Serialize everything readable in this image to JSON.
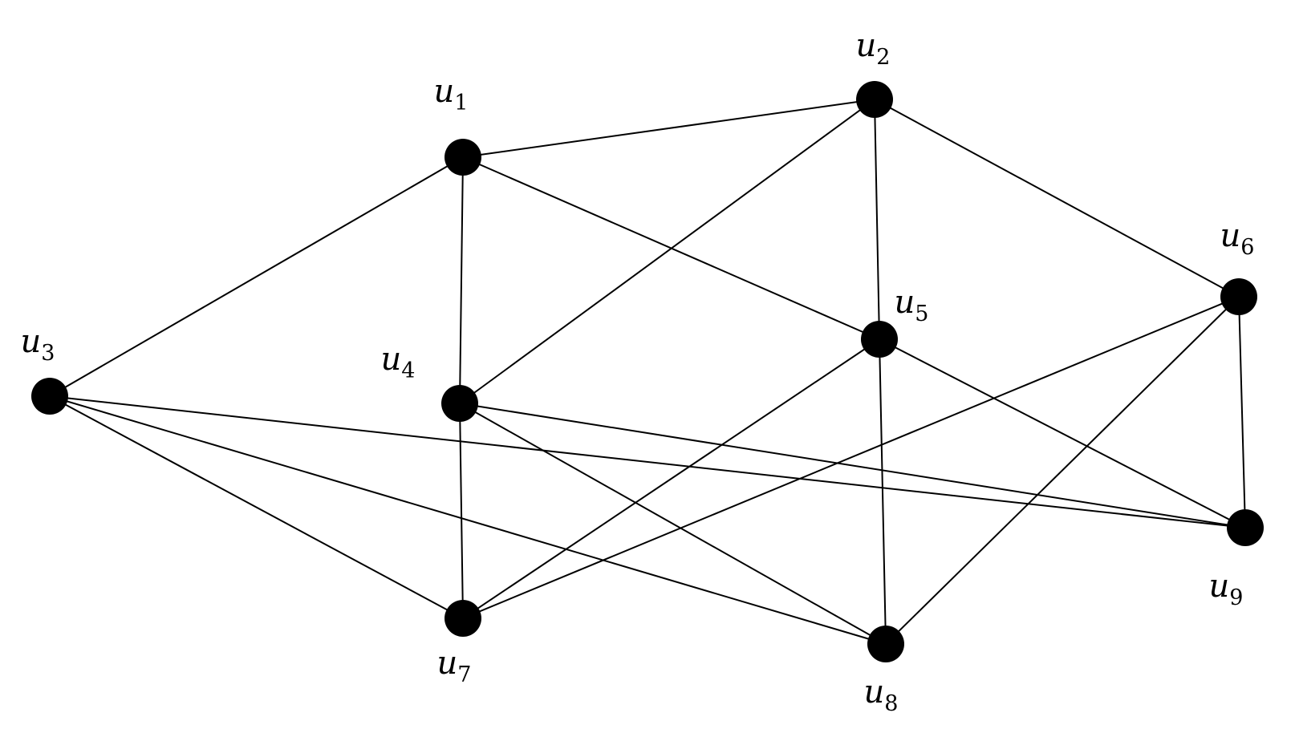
{
  "graph": {
    "nodes": [
      {
        "id": "u1",
        "label": "u",
        "sub": "1"
      },
      {
        "id": "u2",
        "label": "u",
        "sub": "2"
      },
      {
        "id": "u3",
        "label": "u",
        "sub": "3"
      },
      {
        "id": "u4",
        "label": "u",
        "sub": "4"
      },
      {
        "id": "u5",
        "label": "u",
        "sub": "5"
      },
      {
        "id": "u6",
        "label": "u",
        "sub": "6"
      },
      {
        "id": "u7",
        "label": "u",
        "sub": "7"
      },
      {
        "id": "u8",
        "label": "u",
        "sub": "8"
      },
      {
        "id": "u9",
        "label": "u",
        "sub": "9"
      }
    ],
    "edges": [
      [
        "u1",
        "u2"
      ],
      [
        "u1",
        "u3"
      ],
      [
        "u1",
        "u4"
      ],
      [
        "u1",
        "u5"
      ],
      [
        "u2",
        "u4"
      ],
      [
        "u2",
        "u5"
      ],
      [
        "u2",
        "u6"
      ],
      [
        "u3",
        "u7"
      ],
      [
        "u3",
        "u8"
      ],
      [
        "u3",
        "u9"
      ],
      [
        "u4",
        "u7"
      ],
      [
        "u4",
        "u8"
      ],
      [
        "u4",
        "u9"
      ],
      [
        "u5",
        "u7"
      ],
      [
        "u5",
        "u8"
      ],
      [
        "u5",
        "u9"
      ],
      [
        "u6",
        "u7"
      ],
      [
        "u6",
        "u8"
      ],
      [
        "u6",
        "u9"
      ]
    ],
    "colors": {
      "node": "#000000",
      "edge": "#000000"
    }
  }
}
